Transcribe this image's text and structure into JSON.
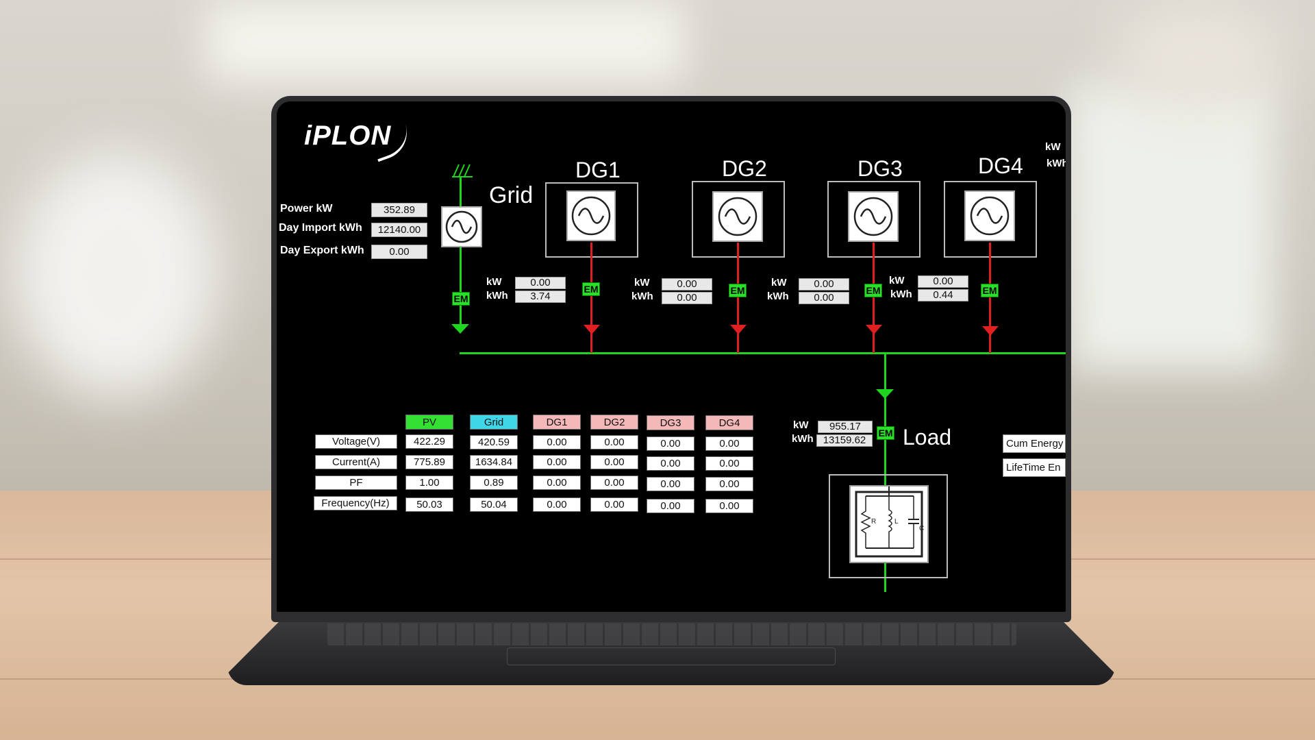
{
  "brand": {
    "logo_text": "iPLON"
  },
  "grid_panel": {
    "title": "Grid",
    "rows": [
      {
        "label": "Power kW",
        "value": "352.89"
      },
      {
        "label": "Day Import kWh",
        "value": "12140.00"
      },
      {
        "label": "Day Export kWh",
        "value": "0.00"
      }
    ]
  },
  "generators": [
    {
      "name": "DG1",
      "kw": "0.00",
      "kwh": "3.74"
    },
    {
      "name": "DG2",
      "kw": "0.00",
      "kwh": "0.00"
    },
    {
      "name": "DG3",
      "kw": "0.00",
      "kwh": "0.00"
    },
    {
      "name": "DG4",
      "kw": "0.00",
      "kwh": "0.44"
    }
  ],
  "units": {
    "kw": "kW",
    "kwh": "kWh"
  },
  "em_label": "EM",
  "edge_labels": {
    "kw": "kW",
    "kwh": "kWh"
  },
  "load": {
    "title": "Load",
    "kw": "955.17",
    "kwh": "13159.62"
  },
  "side_buttons": {
    "cum_energy": "Cum Energy",
    "lifetime": "LifeTime En"
  },
  "table": {
    "columns": [
      {
        "name": "PV",
        "color": "#33e033"
      },
      {
        "name": "Grid",
        "color": "#3fd7e8"
      },
      {
        "name": "DG1",
        "color": "#f4b8b8"
      },
      {
        "name": "DG2",
        "color": "#f4b8b8"
      },
      {
        "name": "DG3",
        "color": "#f4b8b8"
      },
      {
        "name": "DG4",
        "color": "#f4b8b8"
      }
    ],
    "rows": [
      {
        "label": "Voltage(V)",
        "values": [
          "422.29",
          "420.59",
          "0.00",
          "0.00",
          "0.00",
          "0.00"
        ]
      },
      {
        "label": "Current(A)",
        "values": [
          "775.89",
          "1634.84",
          "0.00",
          "0.00",
          "0.00",
          "0.00"
        ]
      },
      {
        "label": "PF",
        "values": [
          "1.00",
          "0.89",
          "0.00",
          "0.00",
          "0.00",
          "0.00"
        ]
      },
      {
        "label": "Frequency(Hz)",
        "values": [
          "50.03",
          "50.04",
          "0.00",
          "0.00",
          "0.00",
          "0.00"
        ]
      }
    ]
  },
  "load_symbol_labels": {
    "r": "R",
    "l": "L",
    "c": "C"
  },
  "colors": {
    "bus_green": "#1fd61f",
    "feeder_red": "#e02020",
    "screen_bg": "#000000"
  }
}
